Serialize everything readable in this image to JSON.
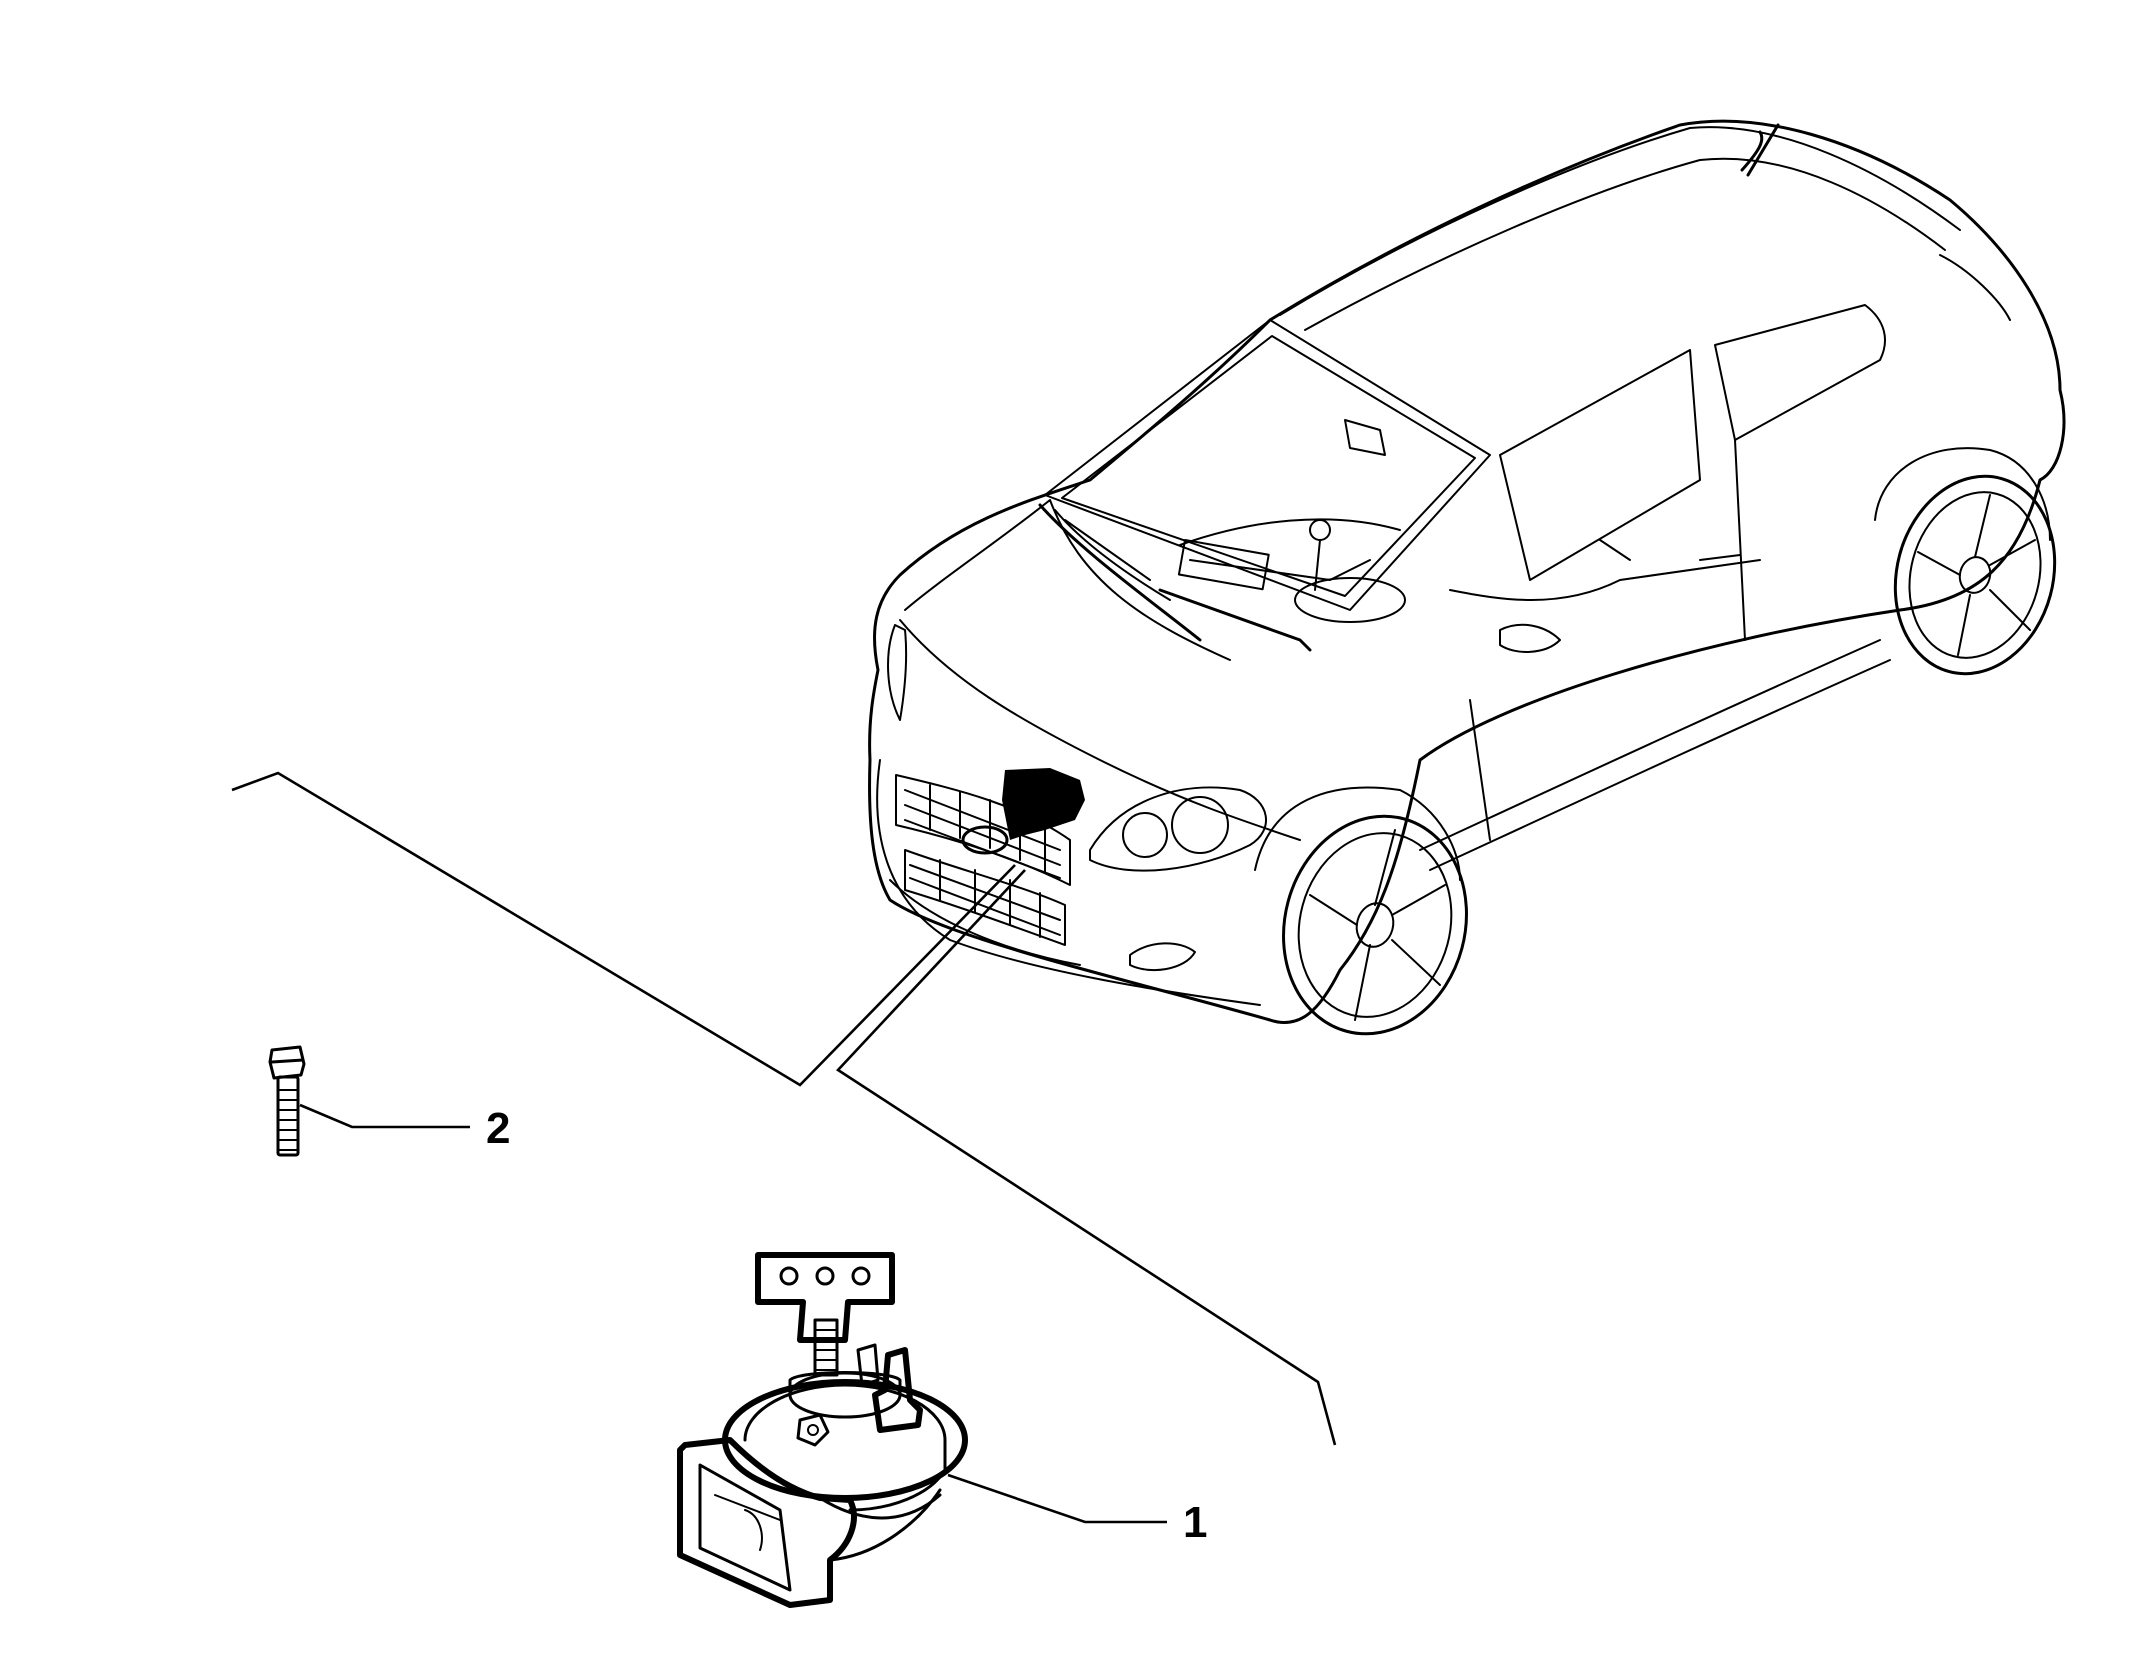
{
  "callouts": [
    {
      "label": "1",
      "part": "horn"
    },
    {
      "label": "2",
      "part": "bolt"
    }
  ],
  "colors": {
    "ink": "#000000",
    "paper": "#ffffff"
  }
}
